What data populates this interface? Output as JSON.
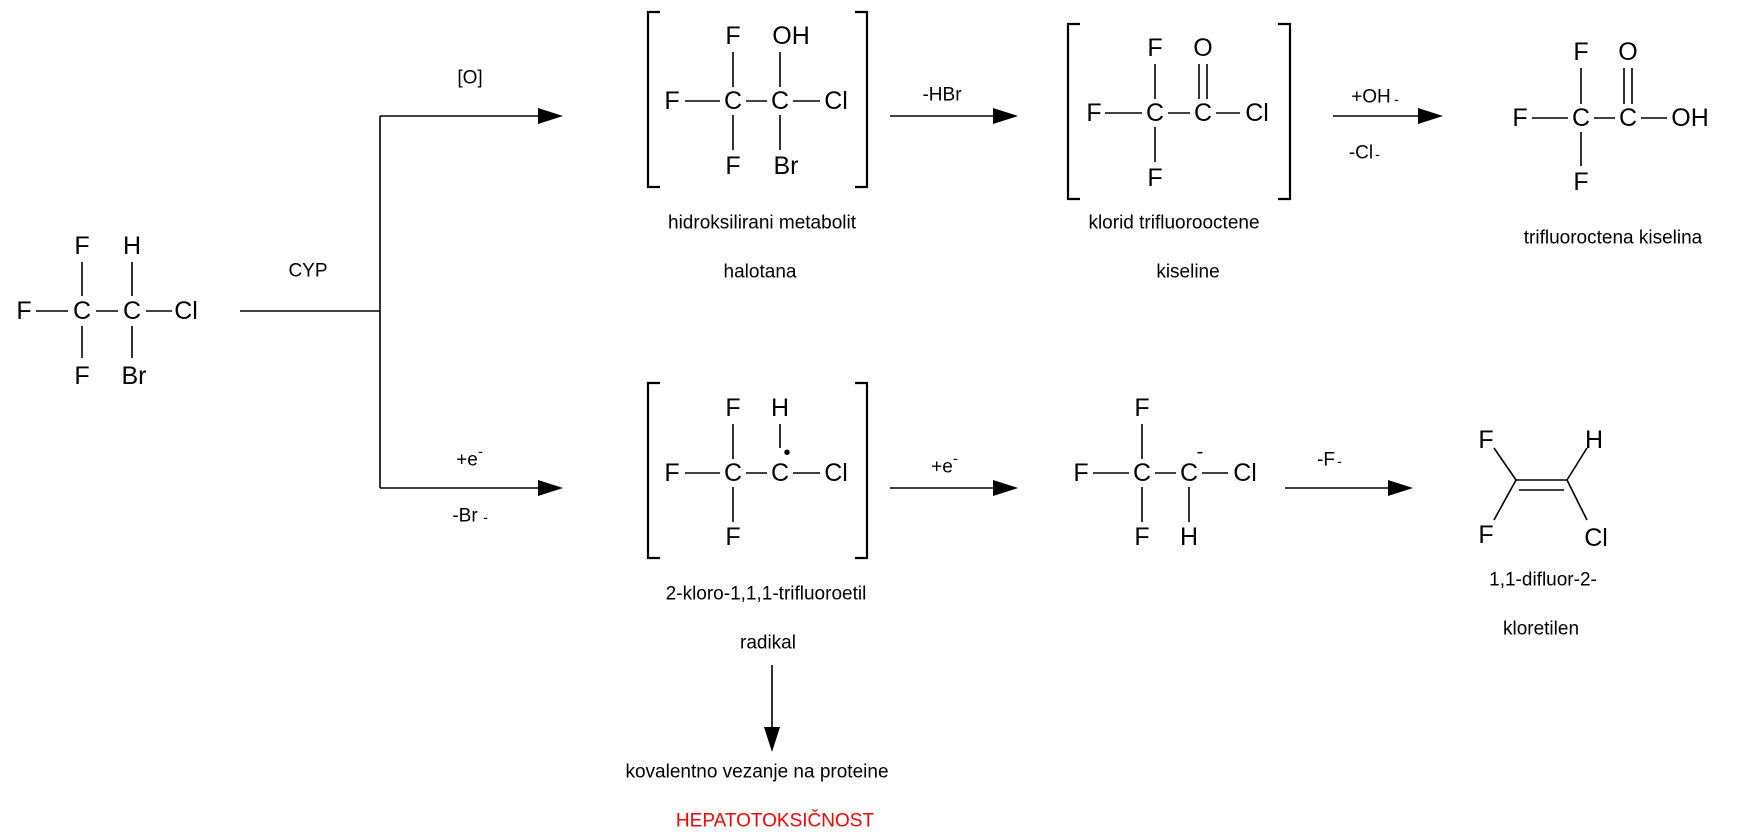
{
  "colors": {
    "ink": "#000000",
    "warning": "#ff0000"
  },
  "atoms": {
    "F": "F",
    "Cl": "Cl",
    "Br": "Br",
    "H": "H",
    "C": "C",
    "O": "O",
    "OH": "OH",
    "radical_dot": "•",
    "charge_minus": "-"
  },
  "conditions": {
    "cyp": "CYP",
    "oxidation": "[O]",
    "minus_hbr": "-HBr",
    "plus_oh": "+OH",
    "minus_cl": "-Cl",
    "plus_e_1": "+e",
    "minus_br": "-Br",
    "plus_e_2": "+e",
    "minus_f": "-F",
    "minus_sign": "-"
  },
  "labels": {
    "hydroxylated_1": "hidroksilirani metabolit",
    "hydroxylated_2": "halotana",
    "acyl_chloride_1": "klorid trifluorooctene",
    "acyl_chloride_2": "kiseline",
    "tfa": "trifluoroctena kiselina",
    "radical_1": "2-kloro-1,1,1-trifluoroetil",
    "radical_2": "radikal",
    "difluoro_1": "1,1-difluor-2-",
    "difluoro_2": "kloretilen",
    "covalent": "kovalentno vezanje na proteine",
    "hepatotoxicity": "HEPATOTOKSIČNOST"
  }
}
